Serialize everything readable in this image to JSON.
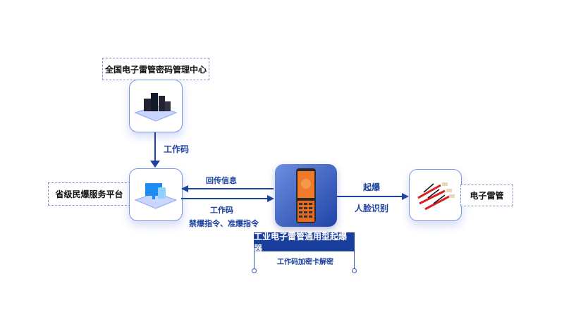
{
  "nodes": {
    "center": "全国电子雷管密码管理中心",
    "platform": "省级民爆服务平台",
    "device": "工业电子雷管通用型起爆器",
    "device_sub": "工作码加密卡解密",
    "detonator": "电子雷管"
  },
  "edges": {
    "center_to_platform": "工作码",
    "device_to_platform": "回传信息",
    "platform_to_device_1": "工作码",
    "platform_to_device_2": "禁爆指令、准爆指令",
    "device_to_detonator_1": "起爆",
    "device_to_detonator_2": "人脸识别"
  },
  "colors": {
    "primary": "#1d43a0",
    "title_bg": "#1a3e9c"
  }
}
